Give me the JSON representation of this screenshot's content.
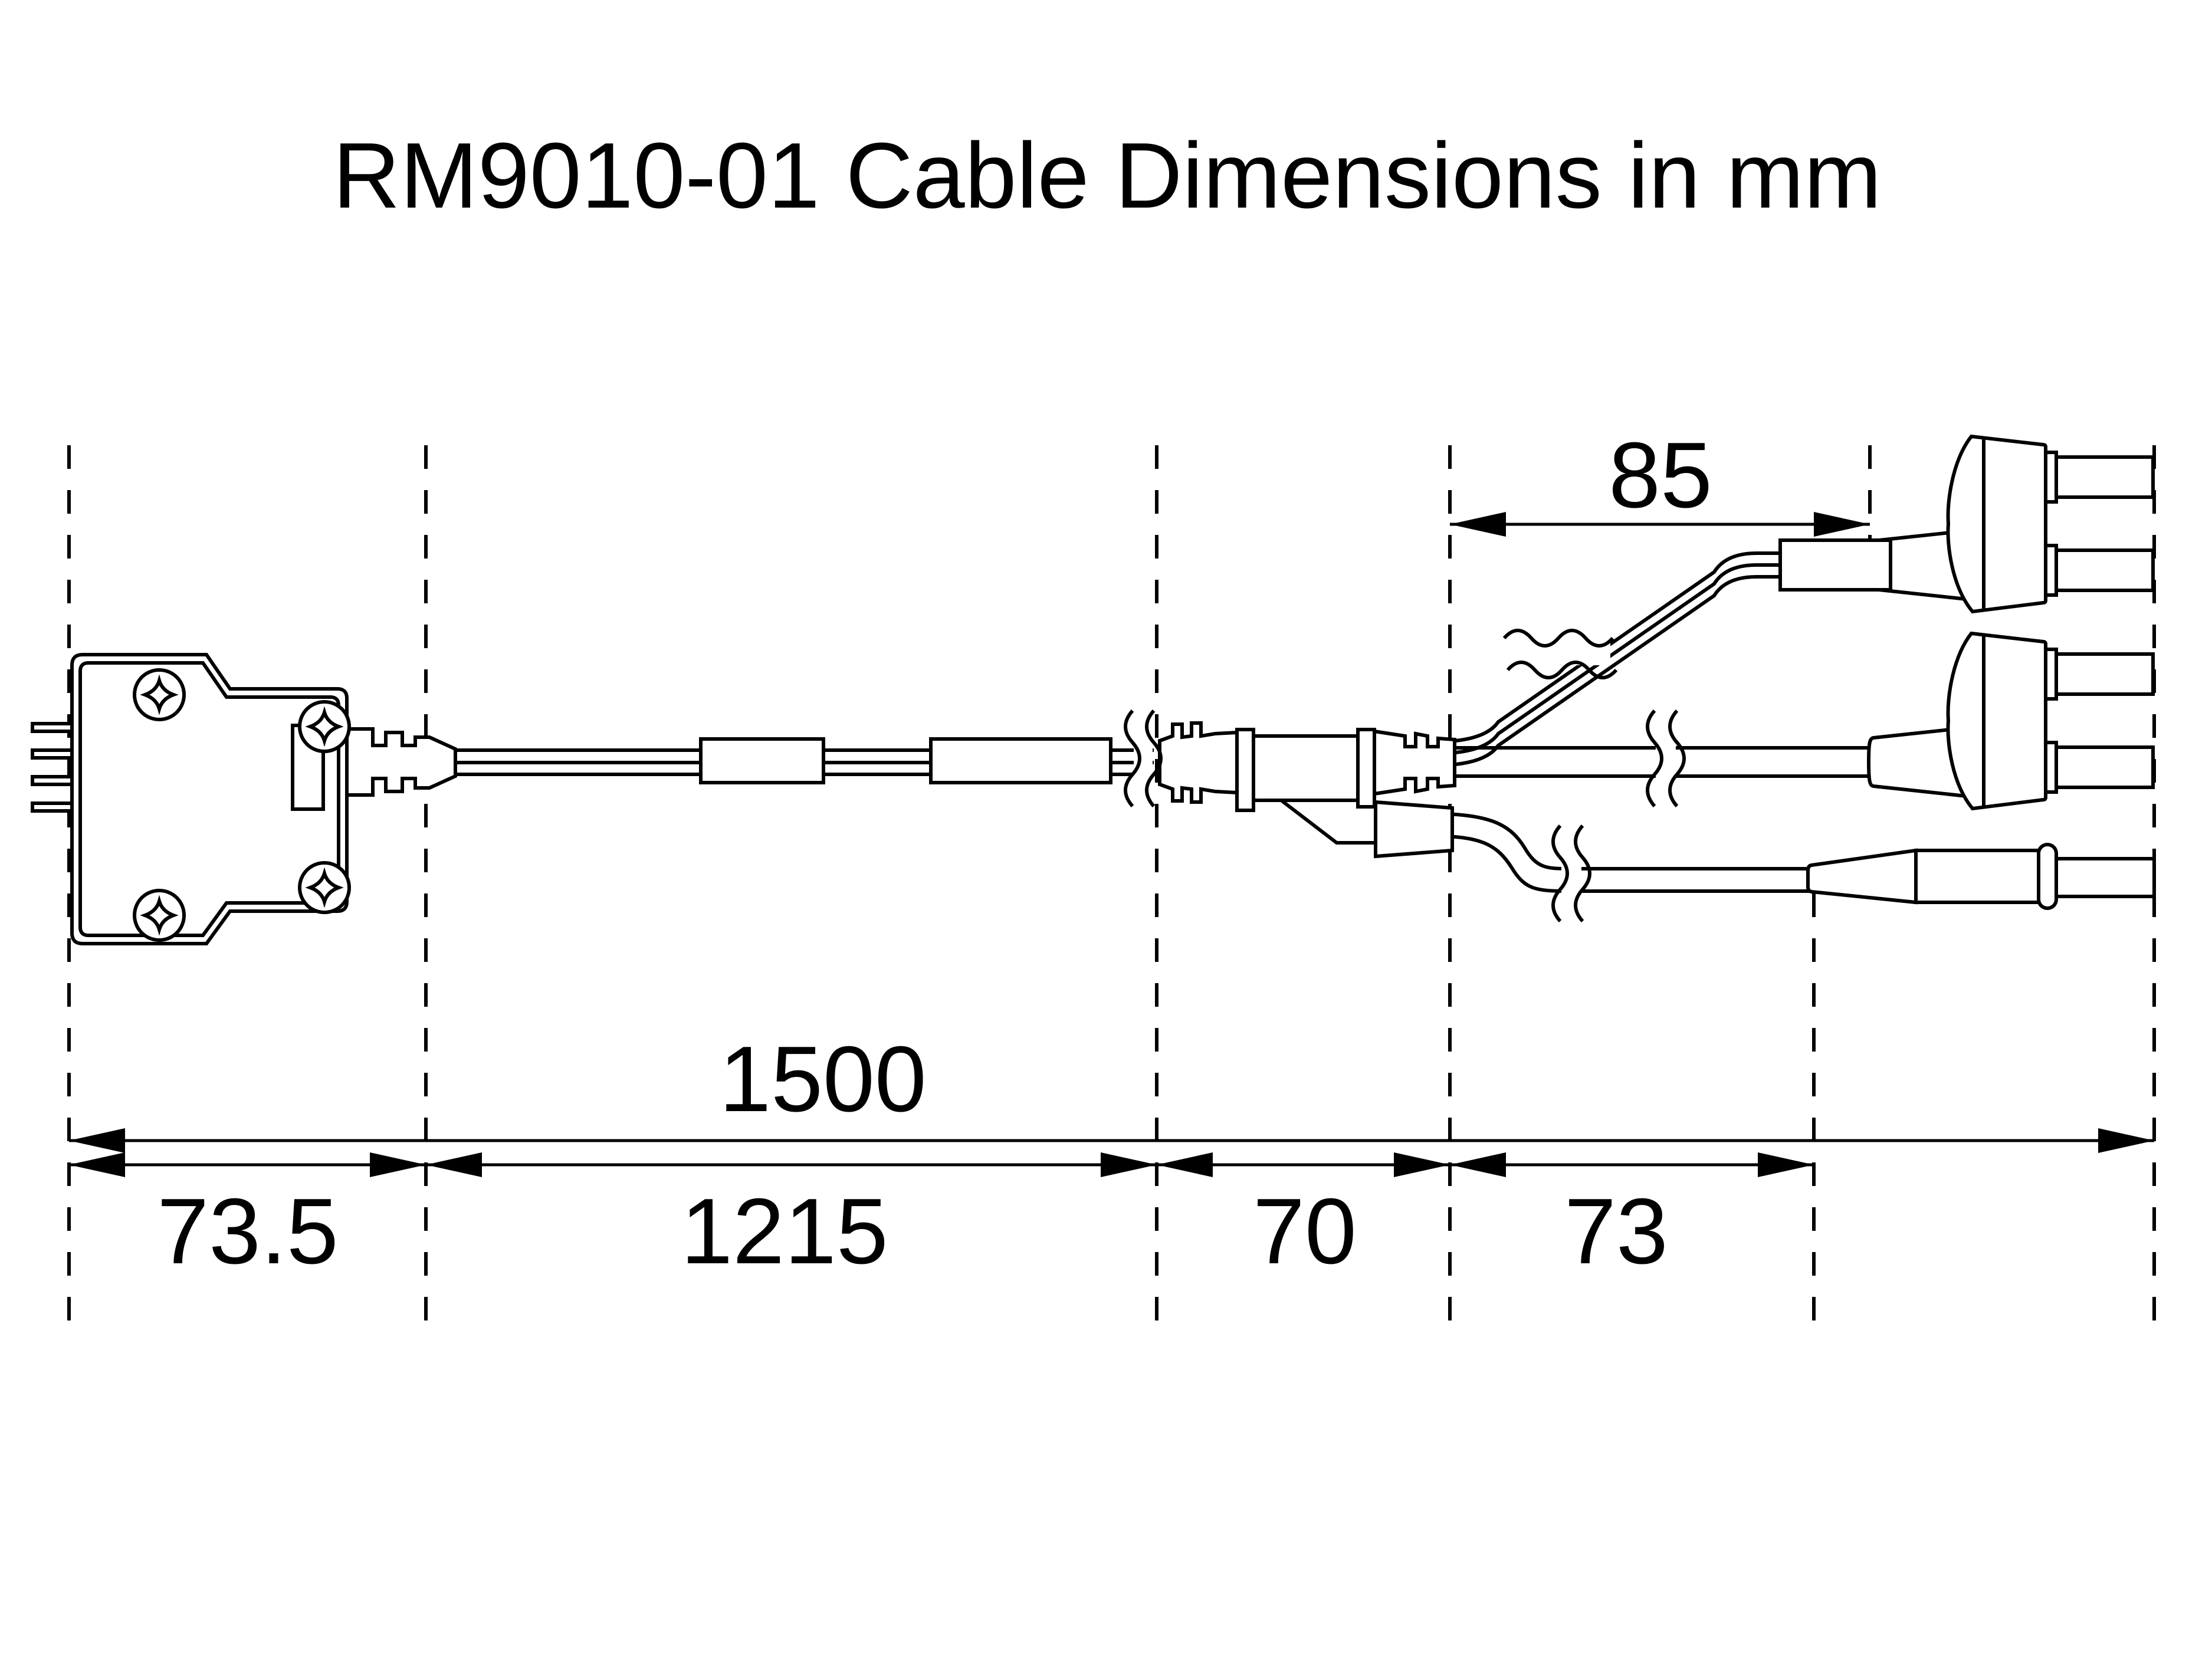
{
  "title": "RM9010-01 Cable Dimensions in mm",
  "dimensions": {
    "overall_length": "1500",
    "left_connector_section": "73.5",
    "main_cable_section": "1215",
    "splitter_section": "70",
    "branch_section": "73",
    "top_branch_length": "85"
  },
  "colors": {
    "line": "#000000",
    "background": "#ffffff"
  }
}
